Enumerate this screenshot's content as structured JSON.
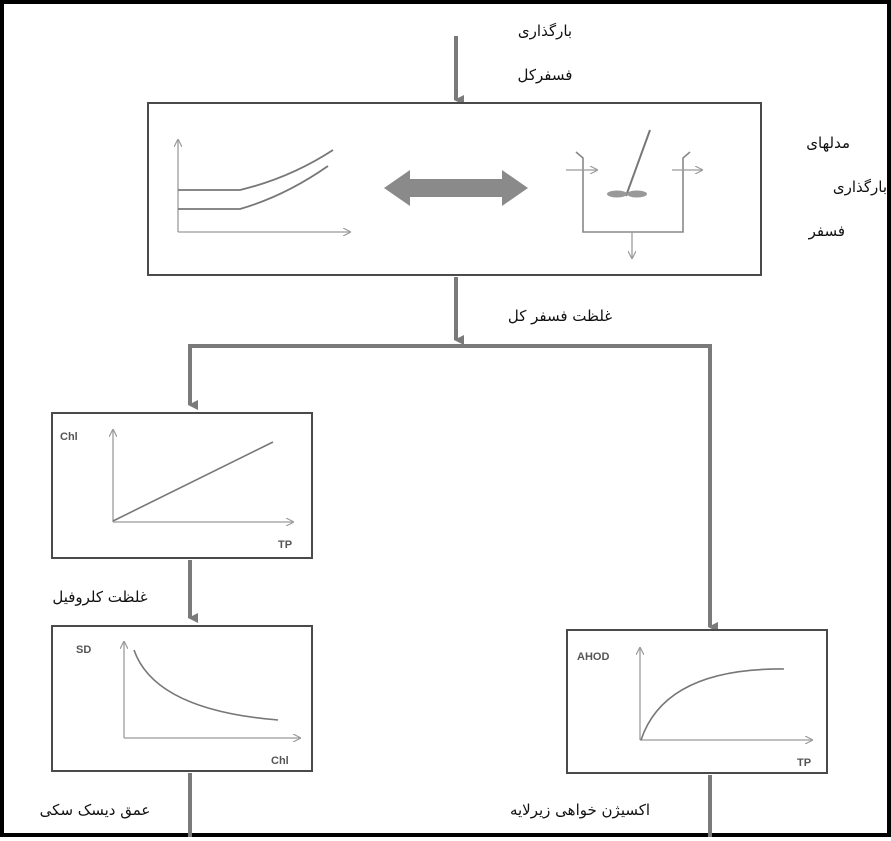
{
  "diagram": {
    "inputs": {
      "line1": "بارگذاری",
      "line2": "فسفرکل"
    },
    "models_label": {
      "line1": "مدلهای",
      "line2": "بارگذاری",
      "line3": "فسفر"
    },
    "total_phosphorus_concentration": "غلظت فسفر کل",
    "chlorophyll_concentration": "غلظت کلروفیل",
    "secchi_depth": "عمق دیسک سکی",
    "hypolimnetic_oxygen_demand": "اکسیژن خواهی زیرلایه",
    "chart_chl_tp": {
      "ylabel": "Chl",
      "xlabel": "TP"
    },
    "chart_sd_chl": {
      "ylabel": "SD",
      "xlabel": "Chl"
    },
    "chart_ahod_tp": {
      "ylabel": "AHOD",
      "xlabel": "TP"
    }
  },
  "colors": {
    "frame": "#000000",
    "flow_line": "#7a7a7a",
    "box_border": "#4a4a4a",
    "double_arrow": "#8a8a8a"
  }
}
